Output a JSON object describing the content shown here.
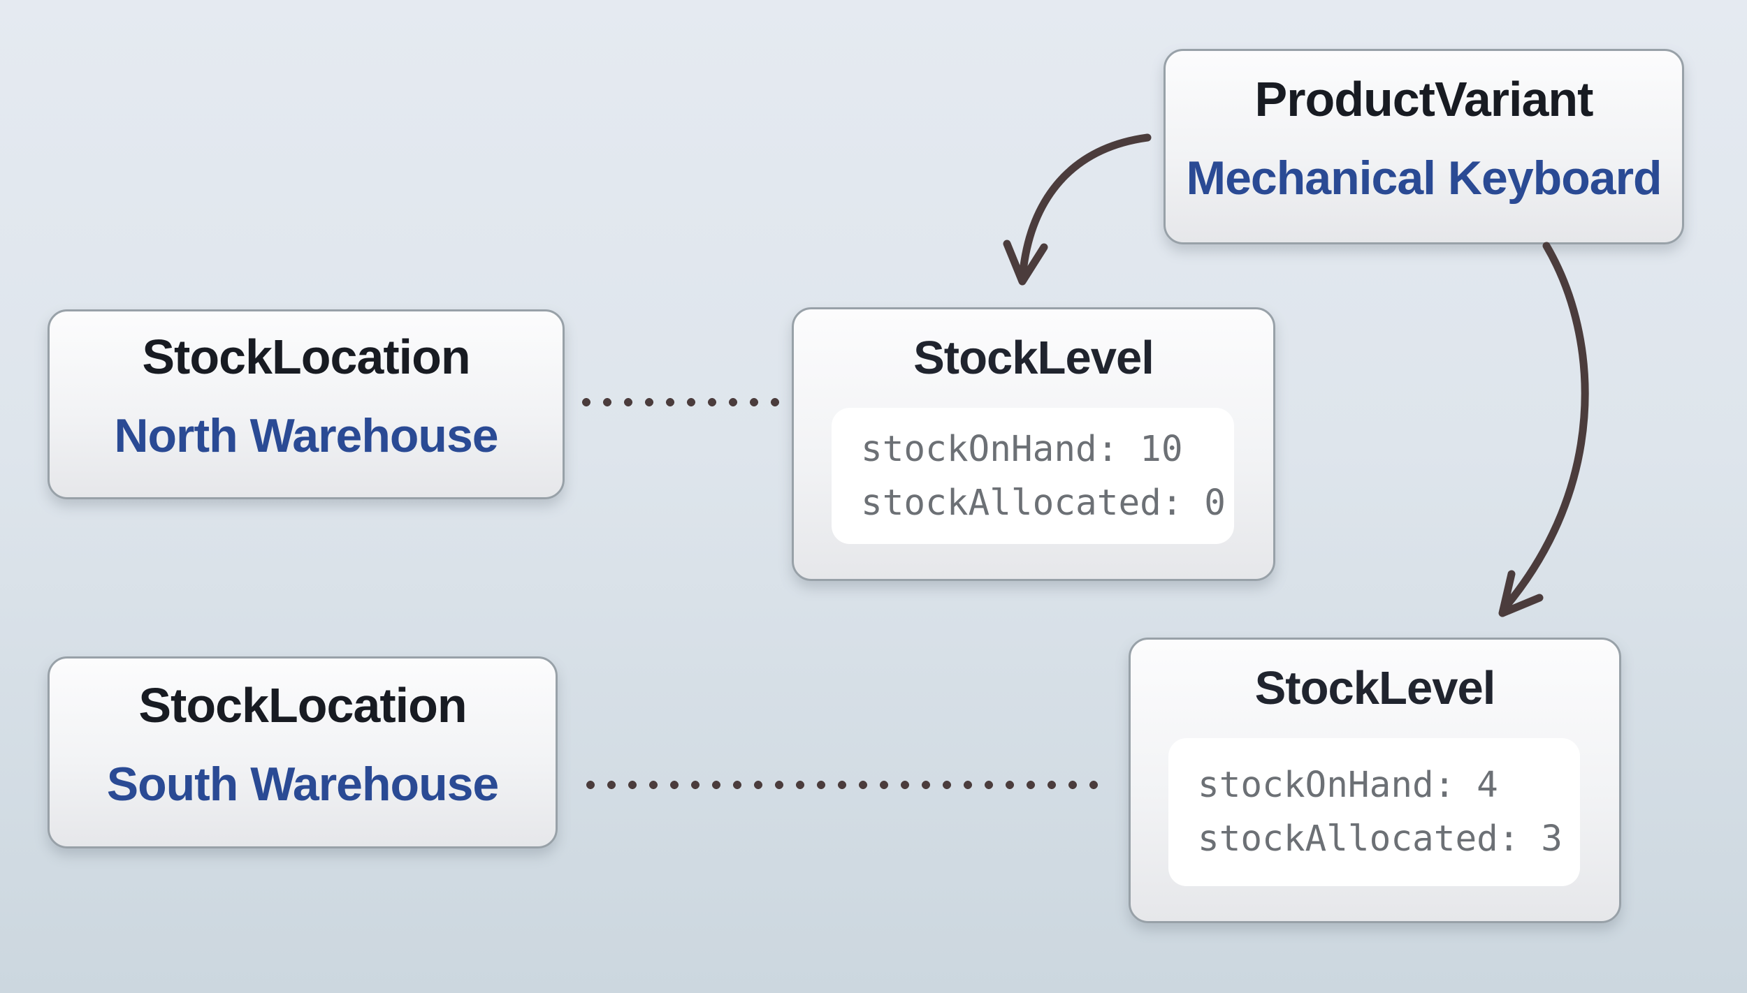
{
  "diagram": {
    "product_variant": {
      "type_label": "ProductVariant",
      "name": "Mechanical Keyboard"
    },
    "stock_locations": [
      {
        "type_label": "StockLocation",
        "name": "North Warehouse"
      },
      {
        "type_label": "StockLocation",
        "name": "South Warehouse"
      }
    ],
    "stock_levels": [
      {
        "type_label": "StockLevel",
        "lines": [
          "stockOnHand: 10",
          "stockAllocated: 0"
        ]
      },
      {
        "type_label": "StockLevel",
        "lines": [
          "stockOnHand: 4",
          "stockAllocated: 3"
        ]
      }
    ]
  },
  "colors": {
    "background_top": "#e5eaf1",
    "background_bottom": "#ccd7df",
    "card_border": "#98a1a8",
    "card_fill_top": "#fcfcfd",
    "card_fill_bottom": "#e6e7ea",
    "title_text": "#181b22",
    "name_text": "#2a4a94",
    "code_text": "#6c7075",
    "code_panel_fill": "#ffffff",
    "connector": "#4b3c3c"
  }
}
